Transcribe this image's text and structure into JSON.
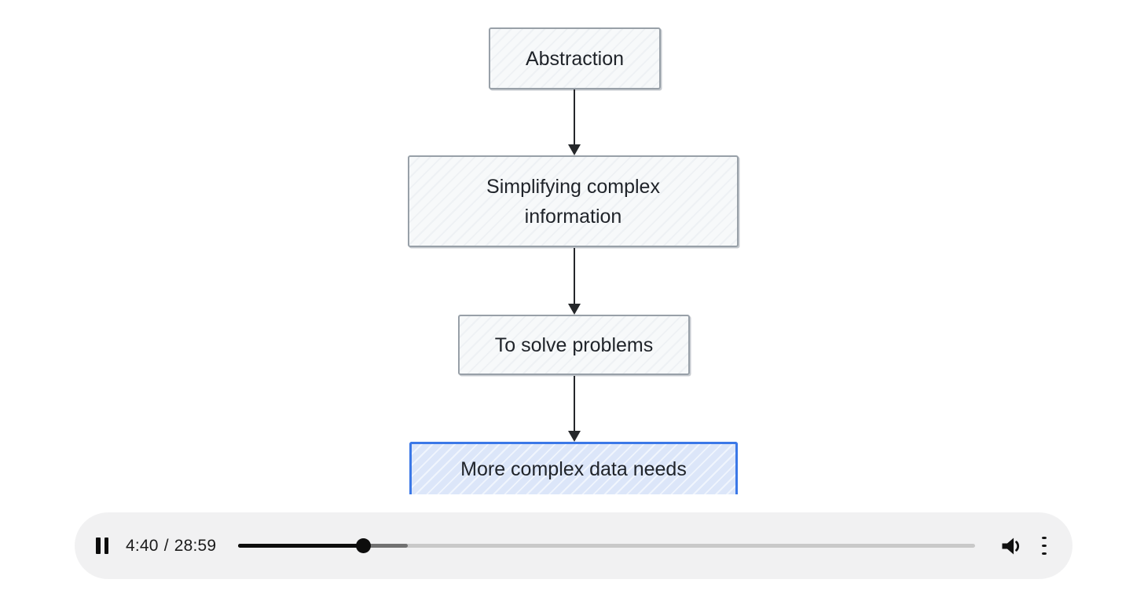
{
  "video": {
    "diagram": {
      "type": "flowchart",
      "direction": "top-down",
      "nodes": [
        {
          "label": "Abstraction",
          "highlighted": false
        },
        {
          "label": "Simplifying complex information",
          "highlighted": false
        },
        {
          "label": "To solve problems",
          "highlighted": false
        },
        {
          "label": "More complex data needs",
          "highlighted": true
        }
      ],
      "edges": [
        {
          "from": 0,
          "to": 1,
          "style": "arrow-down"
        },
        {
          "from": 1,
          "to": 2,
          "style": "arrow-down"
        },
        {
          "from": 2,
          "to": 3,
          "style": "arrow-down"
        }
      ]
    }
  },
  "player": {
    "state": "playing",
    "elapsed": "4:40",
    "separator": "/",
    "duration": "28:59",
    "progress_percent": 17,
    "buffered_percent": 23,
    "icons": {
      "left": "pause-icon",
      "volume": "speaker-on-icon",
      "menu": "vertical-ellipsis-icon"
    }
  },
  "colors": {
    "highlight_border": "#3b78e7",
    "highlight_fill": "#dce6f9",
    "node_border": "#98a0a8",
    "node_fill": "#f7f9fa",
    "node_text": "#20242a",
    "arrow": "#25272a",
    "player_background": "#f1f1f2",
    "progress_played": "#0d0d0d",
    "progress_buffered": "#717171",
    "progress_remaining": "#c9c9c9",
    "page_background": "#ffffff"
  }
}
